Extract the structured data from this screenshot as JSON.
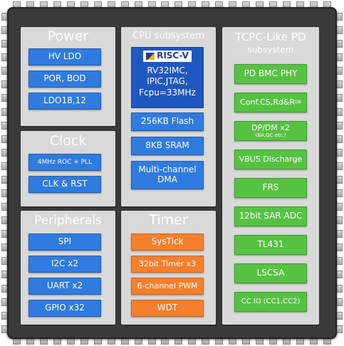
{
  "power": {
    "title": "Power",
    "items": [
      "HV LDO",
      "POR, BOD",
      "LDO18,12"
    ]
  },
  "clock": {
    "title": "Clock",
    "items": [
      "4MHz ROC + PLL",
      "CLK & RST"
    ]
  },
  "peripherals": {
    "title": "Peripherals",
    "items": [
      "SPI",
      "I2C x2",
      "UART x2",
      "GPIO x32"
    ]
  },
  "cpu": {
    "title": "CPU subsystem",
    "logo_text": "RISC-V",
    "core_lines": [
      "RV32IMC,",
      "IPIC,JTAG,",
      "Fcpu=33MHz"
    ],
    "items": [
      "256KB Flash",
      "8KB SRAM"
    ],
    "dma_lines": [
      "Multi-channel",
      "DMA"
    ]
  },
  "timer": {
    "title": "Timer",
    "items": [
      "SysTick",
      "32bit Timer x3",
      "6-channel PWM",
      "WDT"
    ]
  },
  "pd": {
    "title": "TCPC-Like PD",
    "subtitle": "subsystem",
    "bmc": "PD BMC PHY",
    "conf_main": "Conf.CS,Rd&R",
    "conf_sub": "DB",
    "dpdm_main": "DP/DM x2",
    "dpdm_sub": "(BA,QC etc.)",
    "items": [
      "VBUS Discharge",
      "FRS",
      "12bit SAR ADC",
      "TL431",
      "LSCSA",
      "CC IO (CC1,CC2)"
    ]
  },
  "colors": {
    "blue": "#2f7be0",
    "orange": "#f57f2c",
    "green": "#56c242",
    "block": "#d9d9d9",
    "chip": "#3a3a3a"
  }
}
